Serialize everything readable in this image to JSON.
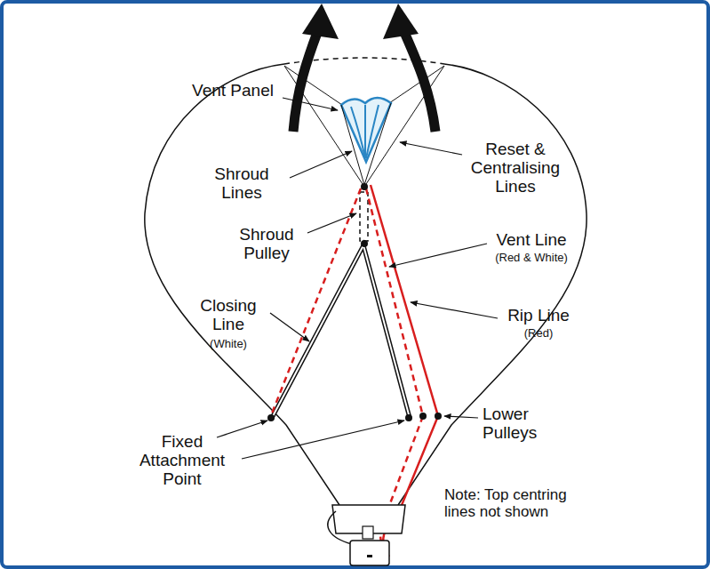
{
  "diagram": {
    "labels": [
      "Vent Panel",
      "Shroud Lines",
      "Reset & Centralising Lines",
      "Shroud Pulley",
      "Vent Line",
      "(Red & White)",
      "Closing Line",
      "(White)",
      "Rip Line",
      "(Red)",
      "Lower Pulleys",
      "Fixed Attachment Point",
      "Note: Top centring lines not shown"
    ]
  }
}
